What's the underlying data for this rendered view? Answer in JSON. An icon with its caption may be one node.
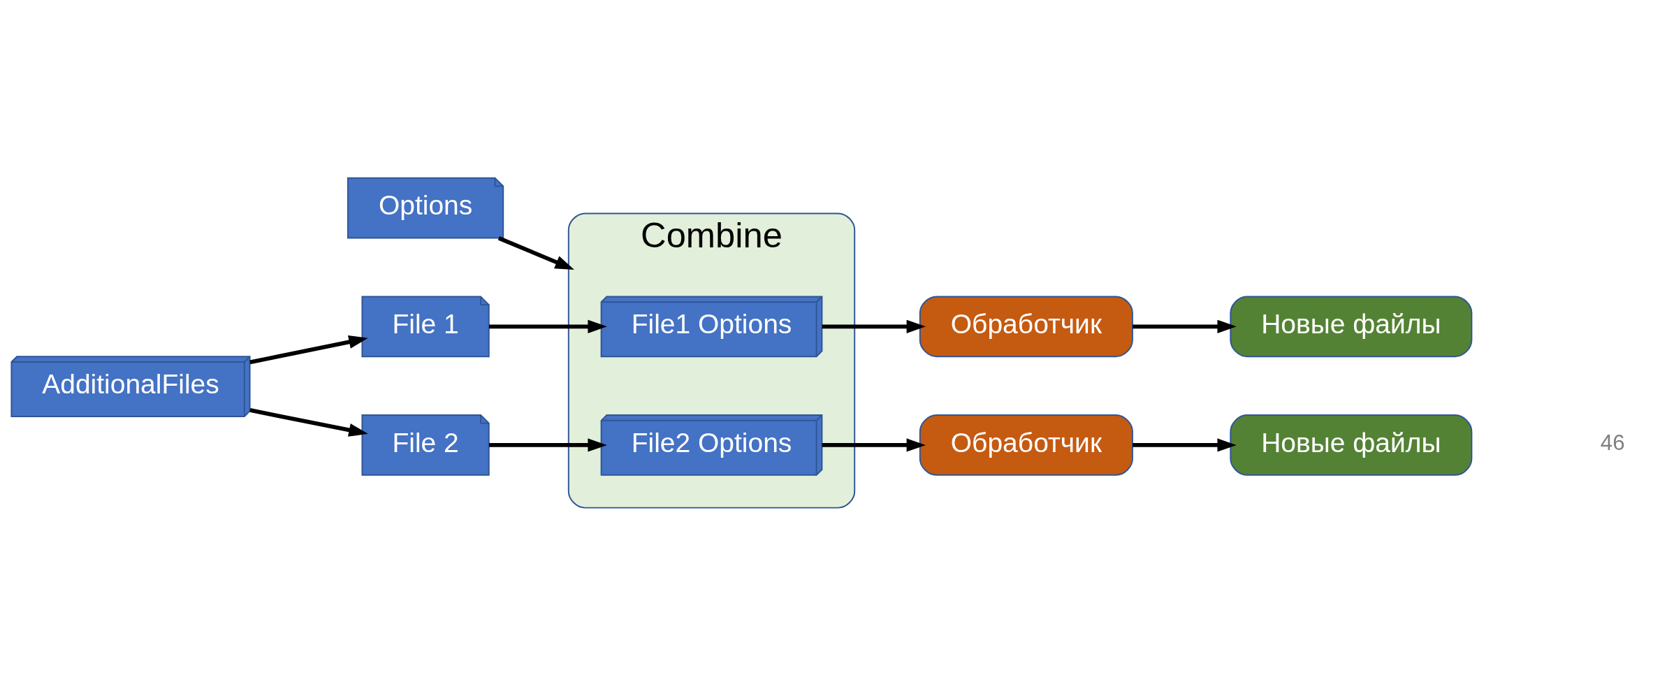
{
  "diagram": {
    "nodes": [
      {
        "text": [
          "Options"
        ]
      },
      {
        "text": [
          "Combine"
        ]
      },
      {
        "text": [
          "AdditionalFiles"
        ]
      },
      {
        "text": [
          "File 1"
        ]
      },
      {
        "text": [
          "File 2"
        ]
      },
      {
        "text": [
          "File1 Options"
        ],
        "in": 1
      },
      {
        "text": [
          "File2 Options"
        ],
        "in": 1
      },
      {
        "text": [
          "Обработчик"
        ]
      },
      {
        "text": [
          "Новые файлы"
        ]
      },
      {
        "text": [
          "Обработчик"
        ]
      },
      {
        "text": [
          "Новые файлы"
        ]
      }
    ],
    "edges": [
      {
        "from": 0,
        "to": 1,
        "arrow": "to"
      },
      {
        "from": 2,
        "to": 3,
        "arrow": "to"
      },
      {
        "from": 2,
        "to": 4,
        "arrow": "to"
      },
      {
        "from": 3,
        "to": 5,
        "arrow": "to"
      },
      {
        "from": 5,
        "to": 7,
        "arrow": "to"
      },
      {
        "from": 7,
        "to": 8,
        "arrow": "to"
      },
      {
        "from": 4,
        "to": 6,
        "arrow": "to"
      },
      {
        "from": 6,
        "to": 9,
        "arrow": "to"
      },
      {
        "from": 9,
        "to": 10,
        "arrow": "to"
      }
    ],
    "labels": [
      "46"
    ]
  }
}
